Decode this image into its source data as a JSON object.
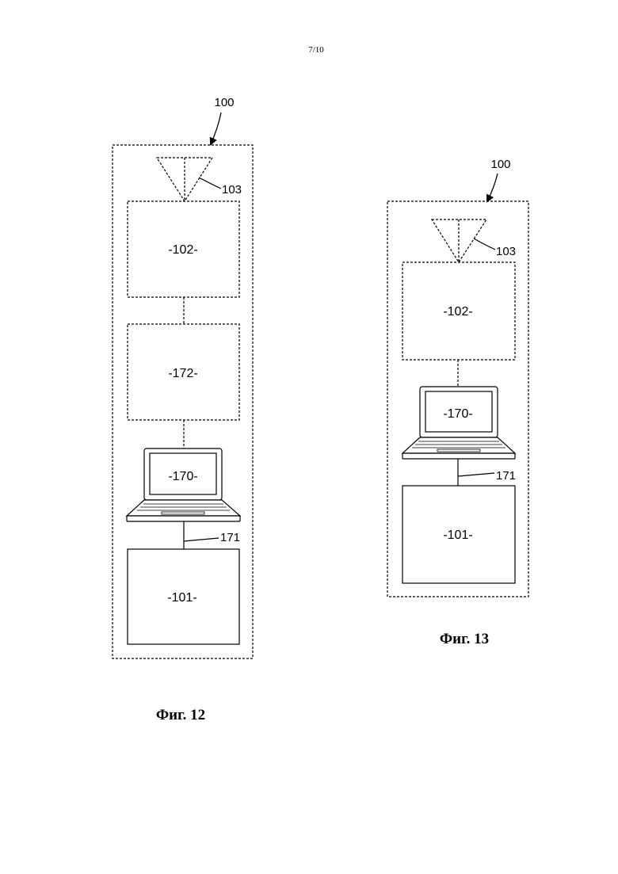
{
  "page_number": "7/10",
  "figures": [
    {
      "caption": "Фиг. 12",
      "system_ref": "100",
      "sensor_ref": "103",
      "boxes": [
        "-102-",
        "-172-",
        "-170-",
        "-101-"
      ],
      "cable_ref": "171"
    },
    {
      "caption": "Фиг. 13",
      "system_ref": "100",
      "sensor_ref": "103",
      "boxes": [
        "-102-",
        "-170-",
        "-101-"
      ],
      "cable_ref": "171"
    }
  ]
}
